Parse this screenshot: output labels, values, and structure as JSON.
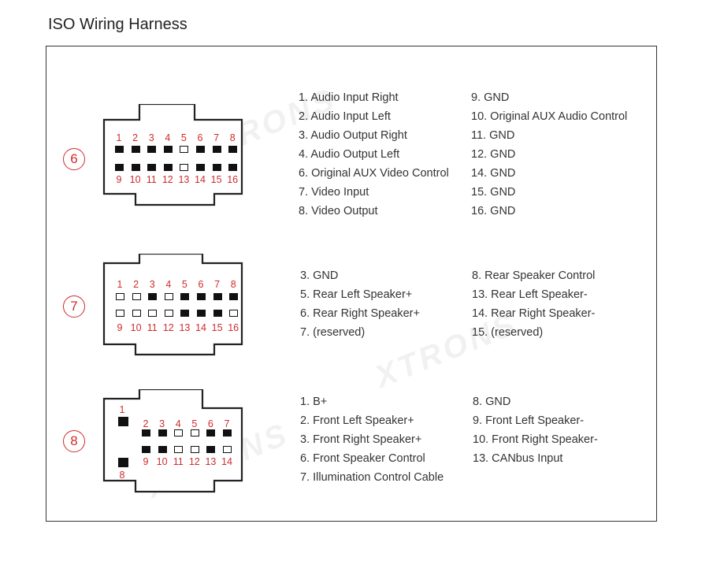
{
  "title": "ISO Wiring Harness",
  "colors": {
    "accent": "#d12b2b",
    "pin": "#111111"
  },
  "connectors": [
    {
      "badge": "6",
      "pins": [
        {
          "n": "1",
          "s": "filled"
        },
        {
          "n": "2",
          "s": "filled"
        },
        {
          "n": "3",
          "s": "filled"
        },
        {
          "n": "4",
          "s": "filled"
        },
        {
          "n": "5",
          "s": "hollow"
        },
        {
          "n": "6",
          "s": "filled"
        },
        {
          "n": "7",
          "s": "filled"
        },
        {
          "n": "8",
          "s": "filled"
        },
        {
          "n": "9",
          "s": "filled"
        },
        {
          "n": "10",
          "s": "filled"
        },
        {
          "n": "11",
          "s": "filled"
        },
        {
          "n": "12",
          "s": "filled"
        },
        {
          "n": "13",
          "s": "hollow"
        },
        {
          "n": "14",
          "s": "filled"
        },
        {
          "n": "15",
          "s": "filled"
        },
        {
          "n": "16",
          "s": "filled"
        }
      ],
      "left_labels": [
        "1. Audio Input Right",
        "2. Audio Input Left",
        "3. Audio Output Right",
        "4. Audio Output Left",
        "6. Original AUX Video Control",
        "7. Video Input",
        "8. Video Output"
      ],
      "right_labels": [
        "9. GND",
        "10. Original AUX Audio Control",
        "11. GND",
        "12. GND",
        "14. GND",
        "15. GND",
        "16. GND"
      ]
    },
    {
      "badge": "7",
      "pins": [
        {
          "n": "1",
          "s": "hollow"
        },
        {
          "n": "2",
          "s": "hollow"
        },
        {
          "n": "3",
          "s": "filled"
        },
        {
          "n": "4",
          "s": "hollow"
        },
        {
          "n": "5",
          "s": "filled"
        },
        {
          "n": "6",
          "s": "filled"
        },
        {
          "n": "7",
          "s": "filled"
        },
        {
          "n": "8",
          "s": "filled"
        },
        {
          "n": "9",
          "s": "hollow"
        },
        {
          "n": "10",
          "s": "hollow"
        },
        {
          "n": "11",
          "s": "hollow"
        },
        {
          "n": "12",
          "s": "hollow"
        },
        {
          "n": "13",
          "s": "filled"
        },
        {
          "n": "14",
          "s": "filled"
        },
        {
          "n": "15",
          "s": "filled"
        },
        {
          "n": "16",
          "s": "hollow"
        }
      ],
      "left_labels": [
        "3. GND",
        "5. Rear Left Speaker+",
        "6. Rear Right Speaker+",
        "7. (reserved)"
      ],
      "right_labels": [
        "8. Rear Speaker Control",
        "13. Rear Left Speaker-",
        "14. Rear Right Speaker-",
        "15. (reserved)"
      ]
    },
    {
      "badge": "8",
      "big_pins": [
        {
          "n": "1"
        },
        {
          "n": "8"
        }
      ],
      "pins": [
        {
          "n": "2",
          "s": "filled"
        },
        {
          "n": "3",
          "s": "filled"
        },
        {
          "n": "4",
          "s": "hollow"
        },
        {
          "n": "5",
          "s": "hollow"
        },
        {
          "n": "6",
          "s": "filled"
        },
        {
          "n": "7",
          "s": "filled"
        },
        {
          "n": "9",
          "s": "filled"
        },
        {
          "n": "10",
          "s": "filled"
        },
        {
          "n": "11",
          "s": "hollow"
        },
        {
          "n": "12",
          "s": "hollow"
        },
        {
          "n": "13",
          "s": "filled"
        },
        {
          "n": "14",
          "s": "hollow"
        }
      ],
      "left_labels": [
        "1. B+",
        "2. Front Left Speaker+",
        "3. Front Right Speaker+",
        "6. Front Speaker Control",
        "7. Illumination Control Cable"
      ],
      "right_labels": [
        "8. GND",
        "9. Front Left Speaker-",
        "10. Front Right Speaker-",
        "13. CANbus Input"
      ]
    }
  ]
}
